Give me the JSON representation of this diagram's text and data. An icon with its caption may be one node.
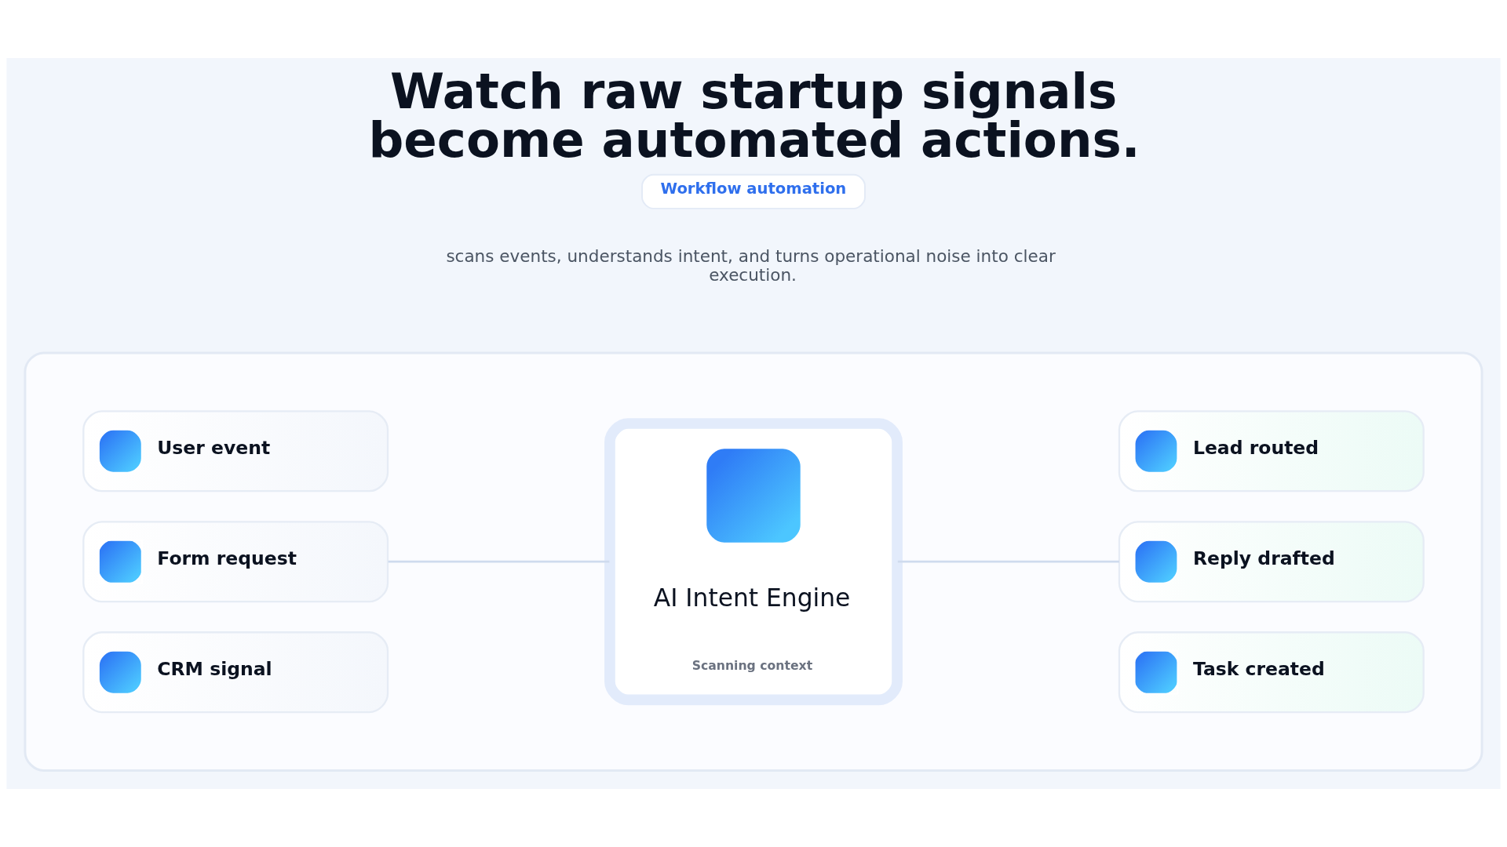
{
  "diagram": {
    "title": "Watch raw startup signals become automated actions.",
    "nodes": [
      {
        "text": [
          "Workflow automation"
        ]
      },
      {
        "text": [],
        "shape": "box"
      },
      {
        "text": [
          "User event"
        ],
        "in": 1
      },
      {
        "text": [
          "Form request"
        ],
        "in": 1
      },
      {
        "text": [
          "CRM signal"
        ],
        "in": 1
      },
      {
        "text": [
          "AI Intent Engine",
          "Scanning context"
        ],
        "in": 1
      },
      {
        "text": [
          "Lead routed"
        ],
        "in": 1
      },
      {
        "text": [
          "Reply drafted"
        ],
        "in": 1
      },
      {
        "text": [
          "Task created"
        ],
        "in": 1
      }
    ],
    "edges": [
      {
        "from": 3,
        "to": 5,
        "arrow": "none"
      },
      {
        "from": 5,
        "to": 7,
        "arrow": "none"
      }
    ],
    "labels": [
      "scans events, understands intent, and turns operational noise into clear execution."
    ]
  }
}
